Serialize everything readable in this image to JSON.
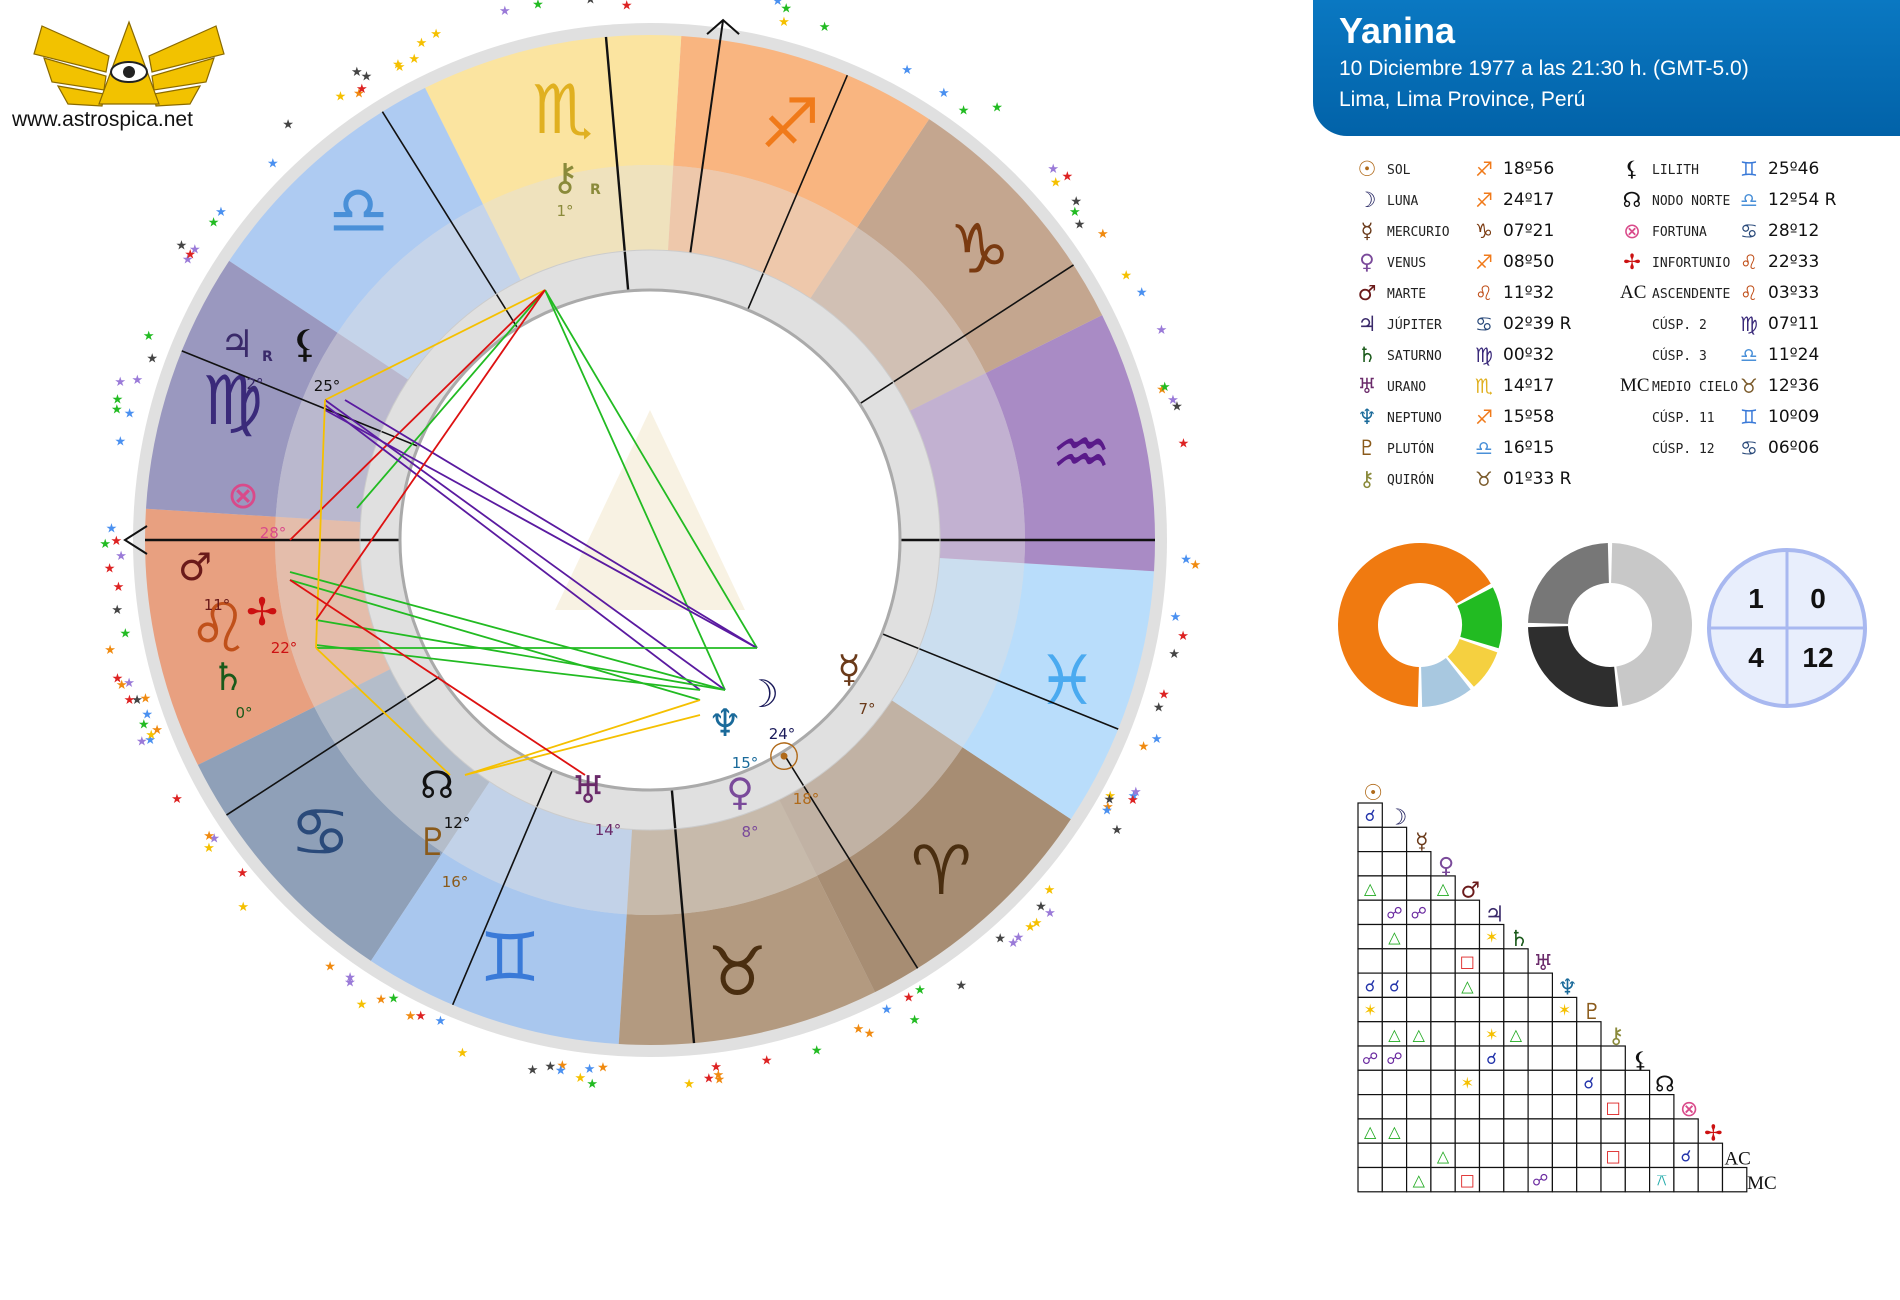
{
  "site": {
    "url": "www.astrospica.net"
  },
  "header": {
    "name": "Yanina",
    "date_line": "10 Diciembre 1977 a las  21:30 h. (GMT-5.0)",
    "place_line": "Lima, Lima Province, Perú"
  },
  "chart": {
    "ascendant_direction": "left",
    "mc_direction": "up",
    "sign_sequence_ccw_from_ascendant": [
      "leo",
      "cancer",
      "gemini",
      "taurus",
      "aries",
      "pisces",
      "aquarius",
      "capricorn",
      "sagittarius",
      "scorpio",
      "libra",
      "virgo"
    ],
    "sign_colors": {
      "aries": "#a78d73",
      "taurus": "#b39a80",
      "gemini": "#a9c7ee",
      "cancer": "#8fa0b8",
      "leo": "#e8a080",
      "virgo": "#9a98bf",
      "libra": "#aecbf2",
      "scorpio": "#fbe4a0",
      "sagittarius": "#f9b580",
      "capricorn": "#c4a68f",
      "aquarius": "#a98bc5",
      "pisces": "#b9ddfb"
    },
    "placed_bodies": [
      {
        "body": "chiron",
        "glyph": "⚷",
        "retro": "R",
        "degree": "1°",
        "color": "#8a8a3a"
      },
      {
        "body": "jupiter",
        "glyph": "♃",
        "retro": "R",
        "degree": "2°",
        "color": "#3a2a6a"
      },
      {
        "body": "lilith",
        "glyph": "⚸",
        "retro": "",
        "degree": "25°",
        "color": "#111111"
      },
      {
        "body": "fortune",
        "glyph": "⊗",
        "retro": "",
        "degree": "28°",
        "color": "#d94a8a"
      },
      {
        "body": "mars",
        "glyph": "♂",
        "retro": "",
        "degree": "11°",
        "color": "#6a1a1a"
      },
      {
        "body": "infortune",
        "glyph": "✢",
        "retro": "",
        "degree": "22°",
        "color": "#cc1111"
      },
      {
        "body": "saturn",
        "glyph": "♄",
        "retro": "",
        "degree": "0°",
        "color": "#1a5a1a"
      },
      {
        "body": "north-node",
        "glyph": "☊",
        "retro": "",
        "degree": "12°",
        "color": "#111111"
      },
      {
        "body": "pluto",
        "glyph": "♇",
        "retro": "",
        "degree": "16°",
        "color": "#8a5a1a"
      },
      {
        "body": "uranus",
        "glyph": "♅",
        "retro": "",
        "degree": "14°",
        "color": "#6a2a6a"
      },
      {
        "body": "venus",
        "glyph": "♀",
        "retro": "",
        "degree": "8°",
        "color": "#7a4a9a"
      },
      {
        "body": "moon",
        "glyph": "☽",
        "retro": "",
        "degree": "24°",
        "color": "#1a1a5a"
      },
      {
        "body": "neptune",
        "glyph": "♆",
        "retro": "",
        "degree": "15°",
        "color": "#1a6a9a"
      },
      {
        "body": "sun",
        "glyph": "☉",
        "retro": "",
        "degree": "18°",
        "color": "#b06a1a"
      },
      {
        "body": "mercury",
        "glyph": "☿",
        "retro": "",
        "degree": "7°",
        "color": "#6a3a1a"
      }
    ]
  },
  "planets": [
    {
      "glyph": "☉",
      "name": "SOL",
      "sign_glyph": "♐",
      "value": "18º56",
      "color": "#b06a1a",
      "sign_color": "#f07a1a"
    },
    {
      "glyph": "☽",
      "name": "LUNA",
      "sign_glyph": "♐",
      "value": "24º17",
      "color": "#1a1a5a",
      "sign_color": "#f07a1a"
    },
    {
      "glyph": "☿",
      "name": "MERCURIO",
      "sign_glyph": "♑",
      "value": "07º21",
      "color": "#6a3a1a",
      "sign_color": "#7a3a10"
    },
    {
      "glyph": "♀",
      "name": "VENUS",
      "sign_glyph": "♐",
      "value": "08º50",
      "color": "#7a4a9a",
      "sign_color": "#f07a1a"
    },
    {
      "glyph": "♂",
      "name": "MARTE",
      "sign_glyph": "♌",
      "value": "11º32",
      "color": "#6a1a1a",
      "sign_color": "#c0501a"
    },
    {
      "glyph": "♃",
      "name": "JÚPITER",
      "sign_glyph": "♋",
      "value": "02º39 R",
      "color": "#3a2a6a",
      "sign_color": "#2a4a7a"
    },
    {
      "glyph": "♄",
      "name": "SATURNO",
      "sign_glyph": "♍",
      "value": "00º32",
      "color": "#1a5a1a",
      "sign_color": "#3a2a7a"
    },
    {
      "glyph": "♅",
      "name": "URANO",
      "sign_glyph": "♏",
      "value": "14º17",
      "color": "#6a2a6a",
      "sign_color": "#e0b020"
    },
    {
      "glyph": "♆",
      "name": "NEPTUNO",
      "sign_glyph": "♐",
      "value": "15º58",
      "color": "#1a6a9a",
      "sign_color": "#f07a1a"
    },
    {
      "glyph": "♇",
      "name": "PLUTÓN",
      "sign_glyph": "♎",
      "value": "16º15",
      "color": "#8a5a1a",
      "sign_color": "#4a90d8"
    },
    {
      "glyph": "⚷",
      "name": "QUIRÓN",
      "sign_glyph": "♉",
      "value": "01º33 R",
      "color": "#8a8a3a",
      "sign_color": "#7a5a2a"
    },
    {
      "glyph": "⚸",
      "name": "LILITH",
      "sign_glyph": "♊",
      "value": "25º46",
      "color": "#111111",
      "sign_color": "#3a7ad8"
    },
    {
      "glyph": "☊",
      "name": "NODO NORTE",
      "sign_glyph": "♎",
      "value": "12º54 R",
      "color": "#111111",
      "sign_color": "#4a90d8"
    },
    {
      "glyph": "⊗",
      "name": "FORTUNA",
      "sign_glyph": "♋",
      "value": "28º12",
      "color": "#d94a8a",
      "sign_color": "#2a4a7a"
    },
    {
      "glyph": "✢",
      "name": "INFORTUNIO",
      "sign_glyph": "♌",
      "value": "22º33",
      "color": "#cc1111",
      "sign_color": "#c0501a"
    },
    {
      "glyph": "AC",
      "name": "ASCENDENTE",
      "sign_glyph": "♌",
      "value": "03º33",
      "color": "#111111",
      "sign_color": "#c0501a"
    },
    {
      "glyph": "",
      "name": "CÚSP. 2",
      "sign_glyph": "♍",
      "value": "07º11",
      "color": "#111111",
      "sign_color": "#3a2a7a"
    },
    {
      "glyph": "",
      "name": "CÚSP. 3",
      "sign_glyph": "♎",
      "value": "11º24",
      "color": "#111111",
      "sign_color": "#4a90d8"
    },
    {
      "glyph": "MC",
      "name": "MEDIO CIELO",
      "sign_glyph": "♉",
      "value": "12º36",
      "color": "#111111",
      "sign_color": "#7a5a2a"
    },
    {
      "glyph": "",
      "name": "CÚSP. 11",
      "sign_glyph": "♊",
      "value": "10º09",
      "color": "#111111",
      "sign_color": "#3a7ad8"
    },
    {
      "glyph": "",
      "name": "CÚSP. 12",
      "sign_glyph": "♋",
      "value": "06º06",
      "color": "#111111",
      "sign_color": "#2a4a7a"
    }
  ],
  "element_donut": {
    "colors": [
      "#f07a10",
      "#22bb22",
      "#f5d040",
      "#a8c8e0"
    ],
    "shares": [
      0.67,
      0.13,
      0.09,
      0.11
    ]
  },
  "mode_donut": {
    "colors": [
      "#c8c8c8",
      "#2e2e2e",
      "#777777"
    ],
    "shares": [
      0.48,
      0.27,
      0.25
    ]
  },
  "quadrants": {
    "q1": "1",
    "q2": "0",
    "q3": "4",
    "q4": "12"
  },
  "aspect_grid": {
    "labels": [
      "☉",
      "☽",
      "☿",
      "♀",
      "♂",
      "♃",
      "♄",
      "♅",
      "♆",
      "♇",
      "⚷",
      "⚸",
      "☊",
      "⊗",
      "✢",
      "AC",
      "MC"
    ],
    "label_colors": [
      "#b06a1a",
      "#1a1a5a",
      "#6a3a1a",
      "#7a4a9a",
      "#6a1a1a",
      "#3a2a6a",
      "#1a5a1a",
      "#6a2a6a",
      "#1a6a9a",
      "#8a5a1a",
      "#8a8a3a",
      "#111111",
      "#111111",
      "#d94a8a",
      "#cc1111",
      "#111111",
      "#111111"
    ],
    "cells": [
      {
        "row": 1,
        "col": 0,
        "glyph": "☌"
      },
      {
        "row": 4,
        "col": 0,
        "glyph": "△"
      },
      {
        "row": 4,
        "col": 3,
        "glyph": "△"
      },
      {
        "row": 5,
        "col": 1,
        "glyph": "☍"
      },
      {
        "row": 5,
        "col": 2,
        "glyph": "☍"
      },
      {
        "row": 6,
        "col": 1,
        "glyph": "△"
      },
      {
        "row": 6,
        "col": 5,
        "glyph": "✶"
      },
      {
        "row": 7,
        "col": 4,
        "glyph": "□"
      },
      {
        "row": 8,
        "col": 0,
        "glyph": "☌"
      },
      {
        "row": 8,
        "col": 1,
        "glyph": "☌"
      },
      {
        "row": 8,
        "col": 4,
        "glyph": "△"
      },
      {
        "row": 9,
        "col": 0,
        "glyph": "✶"
      },
      {
        "row": 9,
        "col": 8,
        "glyph": "✶"
      },
      {
        "row": 10,
        "col": 1,
        "glyph": "△"
      },
      {
        "row": 10,
        "col": 2,
        "glyph": "△"
      },
      {
        "row": 10,
        "col": 5,
        "glyph": "✶"
      },
      {
        "row": 10,
        "col": 6,
        "glyph": "△"
      },
      {
        "row": 11,
        "col": 0,
        "glyph": "☍"
      },
      {
        "row": 11,
        "col": 1,
        "glyph": "☍"
      },
      {
        "row": 11,
        "col": 5,
        "glyph": "☌"
      },
      {
        "row": 12,
        "col": 4,
        "glyph": "✶"
      },
      {
        "row": 12,
        "col": 9,
        "glyph": "☌"
      },
      {
        "row": 13,
        "col": 10,
        "glyph": "□"
      },
      {
        "row": 14,
        "col": 0,
        "glyph": "△"
      },
      {
        "row": 14,
        "col": 1,
        "glyph": "△"
      },
      {
        "row": 15,
        "col": 3,
        "glyph": "△"
      },
      {
        "row": 15,
        "col": 10,
        "glyph": "□"
      },
      {
        "row": 15,
        "col": 13,
        "glyph": "☌"
      },
      {
        "row": 16,
        "col": 2,
        "glyph": "△"
      },
      {
        "row": 16,
        "col": 4,
        "glyph": "□"
      },
      {
        "row": 16,
        "col": 7,
        "glyph": "☍"
      },
      {
        "row": 16,
        "col": 12,
        "glyph": "⚻"
      }
    ]
  }
}
